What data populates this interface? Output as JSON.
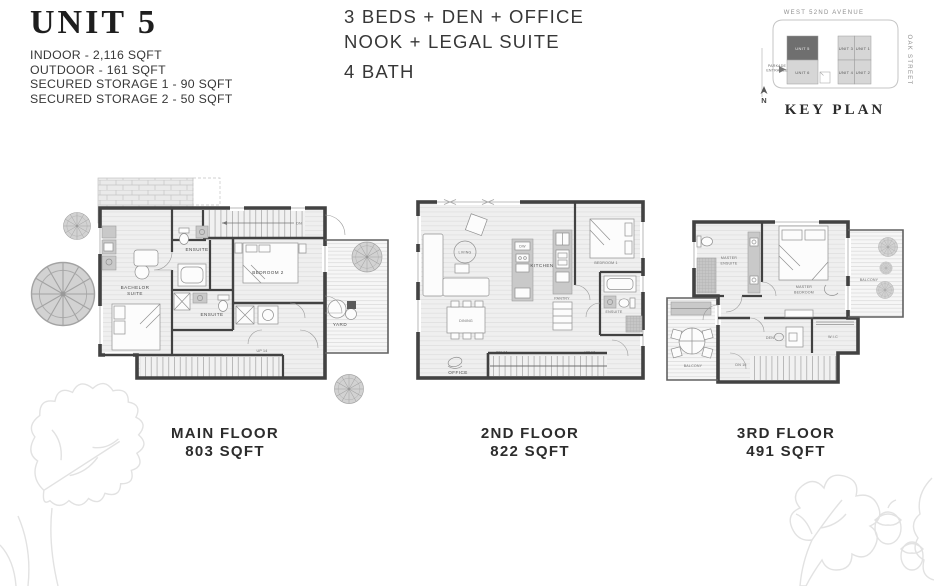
{
  "palette": {
    "wall": "#424242",
    "floor_line": "#dfdfdf",
    "counter": "#c9c9c9",
    "tree_fill": "#d2d2d2",
    "tree_line": "#a3a3a3",
    "keyplan_highlight": "#6f6f6f",
    "keyplan_unit": "#d6d6d6",
    "deco_leaf": "#e2e2e2",
    "text_dark": "#373737",
    "text_muted": "#8f8f8f"
  },
  "title_block": {
    "unit": "UNIT 5",
    "details": [
      "INDOOR - 2,116 SQFT",
      "OUTDOOR - 161 SQFT",
      "SECURED STORAGE 1 - 90 SQFT",
      "SECURED STORAGE 2 - 50 SQFT"
    ]
  },
  "summary": {
    "line1": "3 BEDS + DEN + OFFICE",
    "line2": "NOOK + LEGAL SUITE",
    "baths": "4 BATH"
  },
  "key_plan": {
    "title": "KEY PLAN",
    "street_top": "WEST 52ND AVENUE",
    "street_right": "OAK STREET",
    "north": "N",
    "parkade_line1": "PARKADE",
    "parkade_line2": "ENTRANCE",
    "units": {
      "u5": "UNIT 5",
      "u6": "UNIT 6",
      "u3": "UNIT 3",
      "u1": "UNIT 1",
      "u4": "UNIT 4",
      "u2": "UNIT 2"
    }
  },
  "floors": {
    "main": {
      "name": "MAIN FLOOR",
      "area": "803 SQFT",
      "rooms": {
        "bachelor_line1": "BACHELOR",
        "bachelor_line2": "SUITE",
        "ensuite_upper": "ENSUITE",
        "ensuite_lower": "ENSUITE",
        "bedroom2": "BEDROOM 2",
        "yard": "YARD"
      },
      "stairs": {
        "dn": "DN",
        "up": "UP 14"
      }
    },
    "second": {
      "name": "2ND FLOOR",
      "area": "822 SQFT",
      "rooms": {
        "living": "LIVING",
        "kitchen": "KITCHEN",
        "pantry": "PANTRY",
        "dining": "DINING",
        "office": "OFFICE",
        "bedroom1": "BEDROOM 1",
        "ensuite": "ENSUITE"
      },
      "appliance_dw": "DW",
      "stairs": {
        "dn": "DN 14",
        "up": "UP 16"
      }
    },
    "third": {
      "name": "3RD FLOOR",
      "area": "491 SQFT",
      "rooms": {
        "master_ensuite_line1": "MASTER",
        "master_ensuite_line2": "ENSUITE",
        "master_bedroom_line1": "MASTER",
        "master_bedroom_line2": "BEDROOM",
        "balcony_right": "BALCONY",
        "balcony_left": "BALCONY",
        "den": "DEN",
        "wic": "W.I.C"
      },
      "stairs": {
        "dn": "DN 16"
      }
    }
  }
}
